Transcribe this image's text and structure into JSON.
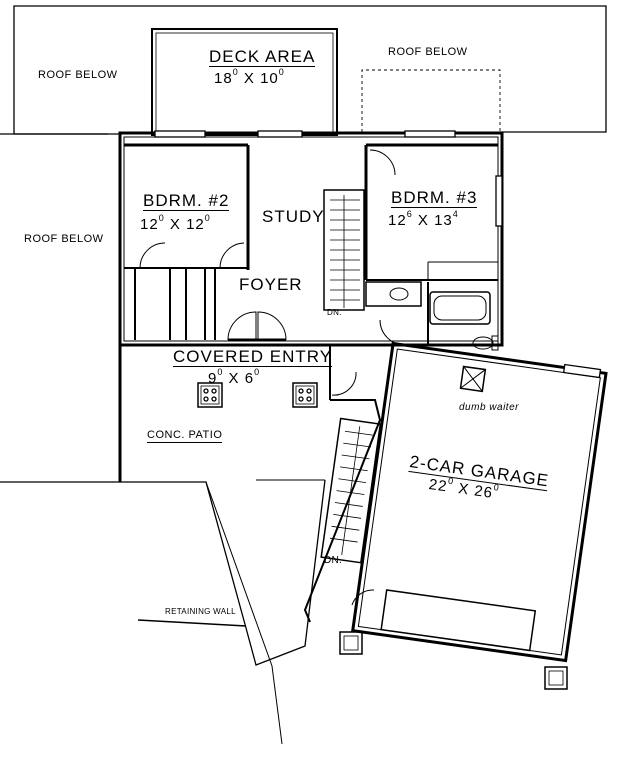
{
  "plan": {
    "deck": {
      "name": "DECK AREA",
      "dim": "18 0 X 10 0"
    },
    "roof_top_left": "ROOF BELOW",
    "roof_top_right": "ROOF BELOW",
    "roof_left": "ROOF BELOW",
    "bdrm2": {
      "name": "BDRM. #2",
      "dim_a": "12",
      "dim_a_sup": "0",
      "x": "X",
      "dim_b": "12",
      "dim_b_sup": "0"
    },
    "bdrm3": {
      "name": "BDRM. #3",
      "dim_a": "12",
      "dim_a_sup": "6",
      "x": "X",
      "dim_b": "13",
      "dim_b_sup": "4"
    },
    "study": "STUDY",
    "foyer": "FOYER",
    "covered_entry": {
      "name": "COVERED ENTRY",
      "dim_a": "9",
      "dim_a_sup": "0",
      "x": "X",
      "dim_b": "6",
      "dim_b_sup": "0"
    },
    "conc_patio": "CONC. PATIO",
    "garage": {
      "name": "2-CAR GARAGE",
      "dim_a": "22",
      "dim_a_sup": "0",
      "x": "X",
      "dim_b": "26",
      "dim_b_sup": "0"
    },
    "dumb_waiter": "dumb waiter",
    "retaining_wall": "RETAINING WALL",
    "dn_upper": "DN.",
    "dn_lower": "DN.",
    "deck_dim_a": "18",
    "deck_dim_a_sup": "0",
    "deck_dim_x": "X",
    "deck_dim_b": "10",
    "deck_dim_b_sup": "0"
  }
}
